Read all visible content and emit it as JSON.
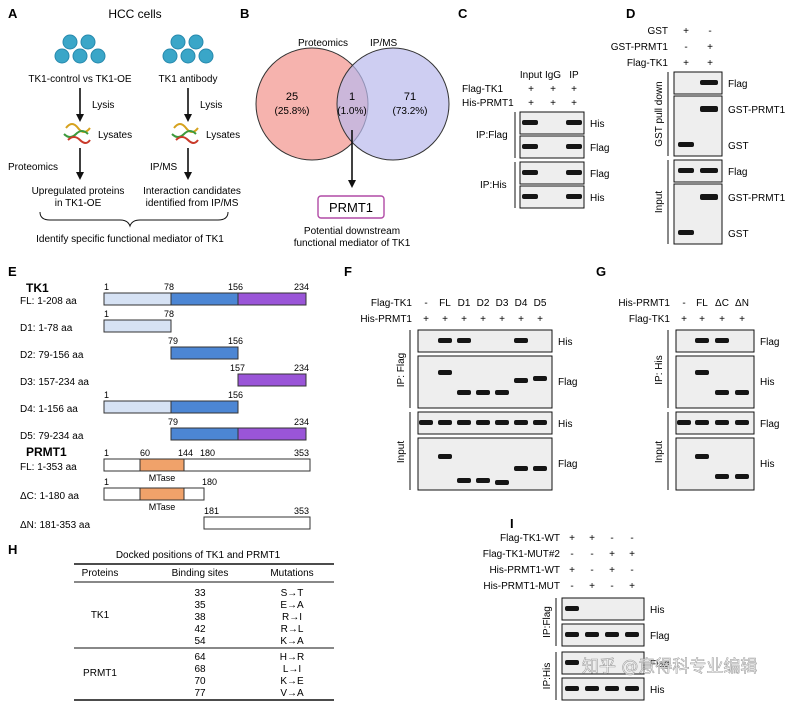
{
  "panel_letters": [
    "A",
    "B",
    "C",
    "D",
    "E",
    "F",
    "G",
    "H",
    "I"
  ],
  "A": {
    "title": "HCC cells",
    "left_top": "TK1-control vs TK1-OE",
    "right_top": "TK1 antibody",
    "lysis": "Lysis",
    "lysates": "Lysates",
    "left_method": "Proteomics",
    "right_method": "IP/MS",
    "left_result_1": "Upregulated proteins",
    "left_result_2": "in TK1-OE",
    "right_result_1": "Interaction candidates",
    "right_result_2": "identified from IP/MS",
    "bottom": "Identify specific functional mediator of TK1"
  },
  "B": {
    "left_label": "Proteomics",
    "right_label": "IP/MS",
    "left_count": "25",
    "left_pct": "(25.8%)",
    "mid_count": "1",
    "mid_pct": "(1.0%)",
    "right_count": "71",
    "right_pct": "(73.2%)",
    "result": "PRMT1",
    "note_1": "Potential downstream",
    "note_2": "functional mediator of TK1",
    "left_color": "#f4a6a0",
    "right_color": "#b9b9ec"
  },
  "C": {
    "cols": [
      "Input",
      "IgG",
      "IP"
    ],
    "rows": [
      {
        "label": "Flag-TK1",
        "marks": [
          "+",
          "+",
          "+"
        ]
      },
      {
        "label": "His-PRMT1",
        "marks": [
          "+",
          "+",
          "+"
        ]
      }
    ],
    "group1": "IP:Flag",
    "group2": "IP:His",
    "blots": [
      "His",
      "Flag",
      "Flag",
      "His"
    ]
  },
  "D": {
    "rows": [
      {
        "label": "GST",
        "marks": [
          "+",
          "-"
        ]
      },
      {
        "label": "GST-PRMT1",
        "marks": [
          "-",
          "+"
        ]
      },
      {
        "label": "Flag-TK1",
        "marks": [
          "+",
          "+"
        ]
      }
    ],
    "group1": "GST pull down",
    "group2": "Input",
    "blots": [
      "Flag",
      "GST-PRMT1",
      "GST",
      "Flag",
      "GST-PRMT1",
      "GST"
    ]
  },
  "E": {
    "tk1_title": "TK1",
    "prmt1_title": "PRMT1",
    "constructs": [
      {
        "label": "FL: 1-208 aa",
        "n1": "1",
        "n2": "78",
        "n3": "156",
        "n4": "234"
      },
      {
        "label": "D1: 1-78 aa",
        "n1": "1",
        "n2": "78"
      },
      {
        "label": "D2: 79-156 aa",
        "n1": "79",
        "n2": "156"
      },
      {
        "label": "D3: 157-234 aa",
        "n1": "157",
        "n2": "234"
      },
      {
        "label": "D4: 1-156 aa",
        "n1": "1",
        "n2": "156"
      },
      {
        "label": "D5: 79-234 aa",
        "n1": "79",
        "n2": "234"
      }
    ],
    "prmt1": [
      {
        "label": "FL: 1-353 aa",
        "n1": "1",
        "n2": "60",
        "n3": "144",
        "n4": "180",
        "n5": "353",
        "domain": "MTase"
      },
      {
        "label": "ΔC: 1-180 aa",
        "n1": "1",
        "n2": "180",
        "domain": "MTase"
      },
      {
        "label": "ΔN: 181-353 aa",
        "n1": "181",
        "n2": "353"
      }
    ],
    "colors": {
      "seg1": "#d6e2f4",
      "seg2": "#4c86d4",
      "seg3": "#9a55d8",
      "mtase": "#f0a26a"
    }
  },
  "F": {
    "row1_label": "Flag-TK1",
    "row1_marks": [
      "-",
      "FL",
      "D1",
      "D2",
      "D3",
      "D4",
      "D5"
    ],
    "row2_label": "His-PRMT1",
    "row2_marks": [
      "+",
      "+",
      "+",
      "+",
      "+",
      "+",
      "+"
    ],
    "group1": "IP: Flag",
    "group2": "Input",
    "blots": [
      "His",
      "Flag",
      "His",
      "Flag"
    ]
  },
  "G": {
    "row1_label": "His-PRMT1",
    "row1_marks": [
      "-",
      "FL",
      "ΔC",
      "ΔN"
    ],
    "row2_label": "Flag-TK1",
    "row2_marks": [
      "+",
      "+",
      "+",
      "+"
    ],
    "group1": "IP: His",
    "group2": "Input",
    "blots": [
      "Flag",
      "His",
      "Flag",
      "His"
    ]
  },
  "H": {
    "title": "Docked positions of TK1 and PRMT1",
    "headers": [
      "Proteins",
      "Binding sites",
      "Mutations"
    ],
    "groups": [
      {
        "protein": "TK1",
        "sites": [
          "33",
          "35",
          "38",
          "42",
          "54"
        ],
        "mutations": [
          "S→T",
          "E→A",
          "R→I",
          "R→L",
          "K→A"
        ]
      },
      {
        "protein": "PRMT1",
        "sites": [
          "64",
          "68",
          "70",
          "77"
        ],
        "mutations": [
          "H→R",
          "L→I",
          "K→E",
          "V→A"
        ]
      }
    ]
  },
  "I": {
    "rows": [
      {
        "label": "Flag-TK1-WT",
        "marks": [
          "+",
          "+",
          "-",
          "-"
        ]
      },
      {
        "label": "Flag-TK1-MUT#2",
        "marks": [
          "-",
          "-",
          "+",
          "+"
        ]
      },
      {
        "label": "His-PRMT1-WT",
        "marks": [
          "+",
          "-",
          "+",
          "-"
        ]
      },
      {
        "label": "His-PRMT1-MUT",
        "marks": [
          "-",
          "+",
          "-",
          "+"
        ]
      }
    ],
    "group1": "IP:Flag",
    "group2": "IP:His",
    "blots": [
      "His",
      "Flag",
      "Flag",
      "His"
    ]
  },
  "watermark": "知乎 @意得科专业编辑"
}
